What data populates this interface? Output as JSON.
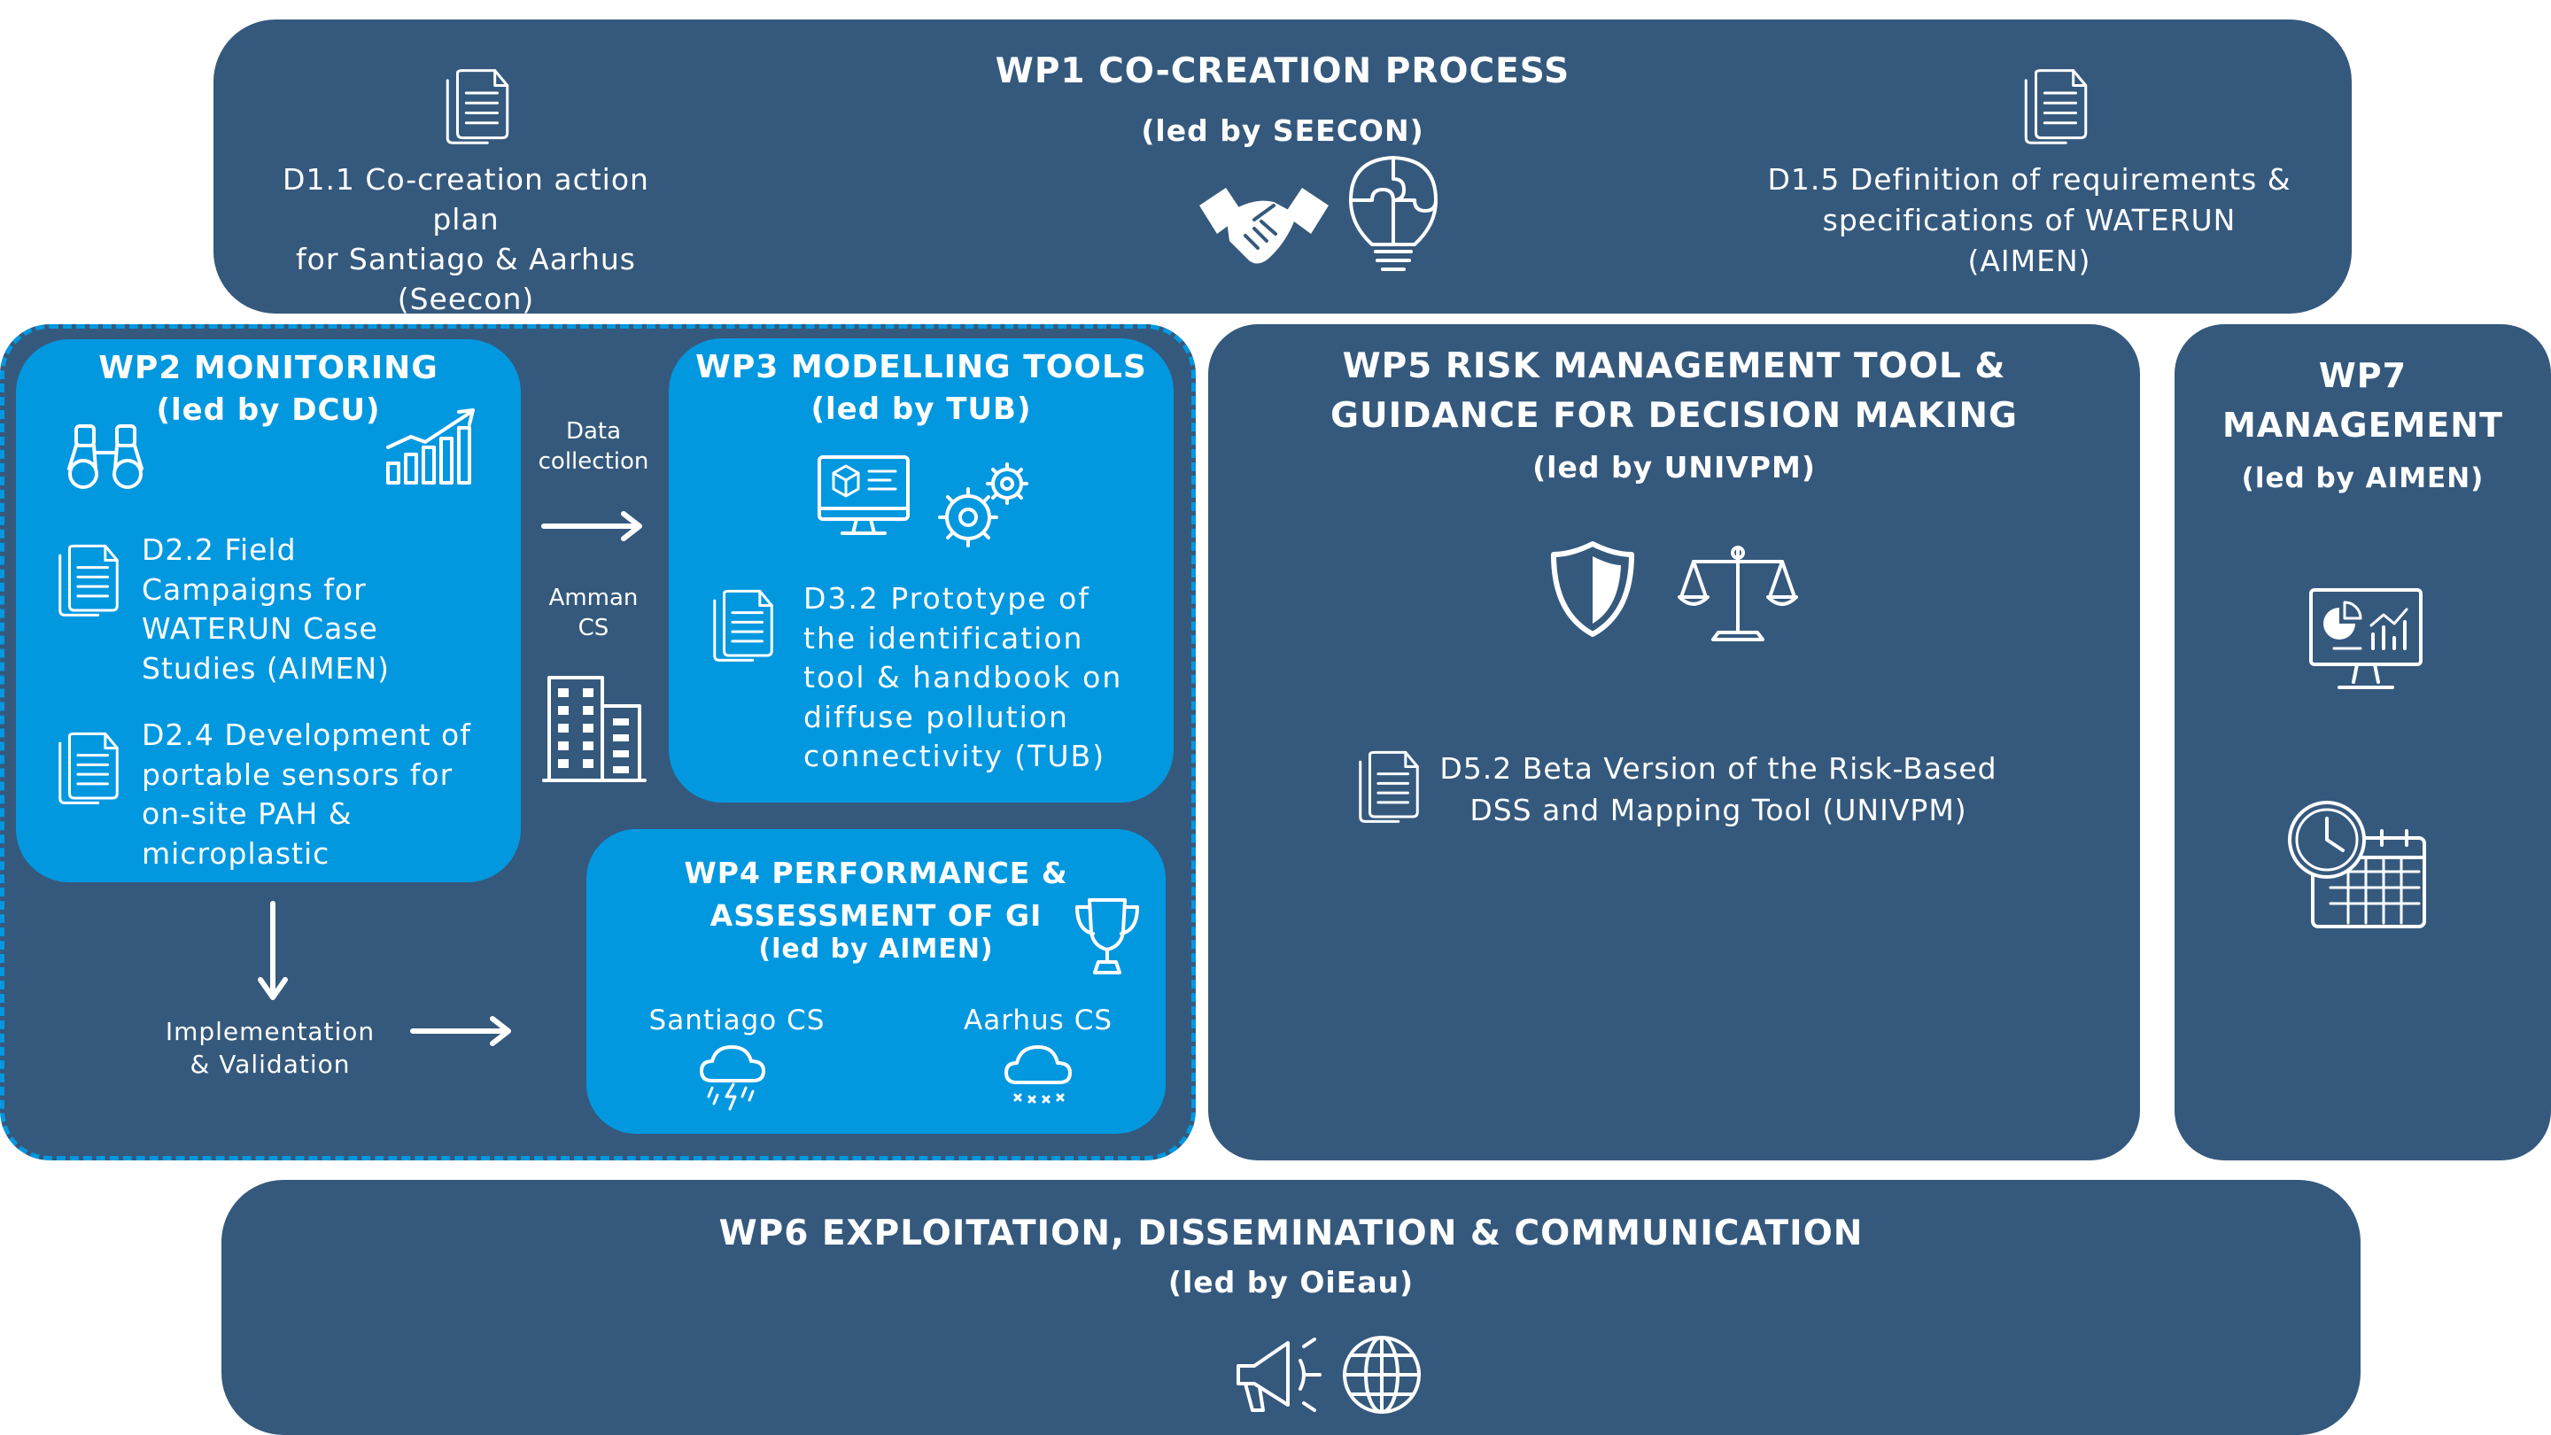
{
  "wp1": {
    "title": "WP1 CO-CREATION PROCESS",
    "lead": "(led by SEECON)",
    "d1_1": "D1.1 Co-creation action plan\nfor Santiago & Aarhus\n(Seecon)",
    "d1_5": "D1.5 Definition of requirements &\nspecifications of WATERUN\n(AIMEN)"
  },
  "wp2": {
    "title": "WP2 MONITORING",
    "lead": "(led by DCU)",
    "d2_2": "D2.2 Field\nCampaigns for\nWATERUN Case\nStudies (AIMEN)",
    "d2_4": "D2.4 Development of\nportable sensors for\non-site PAH &\nmicroplastic"
  },
  "flow": {
    "data_collection": "Data\ncollection",
    "amman": "Amman\nCS",
    "implementation": "Implementation\n& Validation"
  },
  "wp3": {
    "title": "WP3 MODELLING TOOLS",
    "lead": "(led by TUB)",
    "d3_2": "D3.2 Prototype of\nthe identification\ntool & handbook on\ndiffuse pollution\nconnectivity (TUB)"
  },
  "wp4": {
    "title": "WP4 PERFORMANCE &\nASSESSMENT OF GI",
    "lead": "(led by AIMEN)",
    "santiago": "Santiago CS",
    "aarhus": "Aarhus CS"
  },
  "wp5": {
    "title": "WP5 RISK MANAGEMENT TOOL &\nGUIDANCE FOR DECISION MAKING",
    "lead": "(led by UNIVPM)",
    "d5_2": "D5.2 Beta Version of the Risk-Based\nDSS and Mapping Tool (UNIVPM)"
  },
  "wp6": {
    "title": "WP6 EXPLOITATION, DISSEMINATION & COMMUNICATION",
    "lead": "(led by OiEau)"
  },
  "wp7": {
    "title": "WP7\nMANAGEMENT",
    "lead": "(led by AIMEN)"
  },
  "colors": {
    "navy": "#35597d",
    "cyan": "#0298e0",
    "white": "#ffffff"
  },
  "icons": [
    "document-icon",
    "handshake-icon",
    "puzzle-bulb-icon",
    "binoculars-icon",
    "growth-chart-icon",
    "arrow-right-icon",
    "arrow-down-icon",
    "building-icon",
    "monitor-cube-icon",
    "gears-icon",
    "trophy-icon",
    "storm-cloud-icon",
    "snow-cloud-icon",
    "shield-icon",
    "scales-icon",
    "dashboard-monitor-icon",
    "clock-calendar-icon",
    "megaphone-icon",
    "globe-icon"
  ]
}
